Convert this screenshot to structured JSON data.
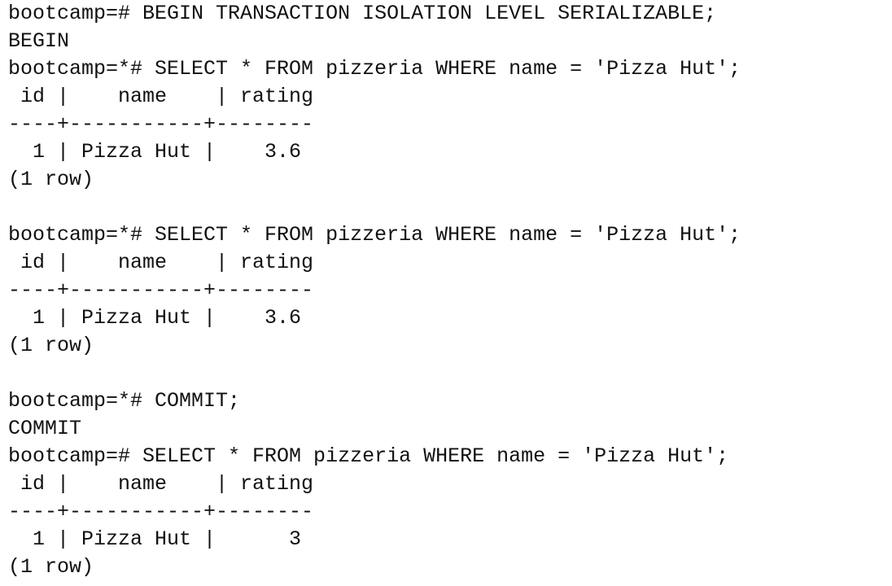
{
  "terminal": {
    "lines": [
      "bootcamp=# BEGIN TRANSACTION ISOLATION LEVEL SERIALIZABLE;",
      "BEGIN",
      "bootcamp=*# SELECT * FROM pizzeria WHERE name = 'Pizza Hut';",
      " id |    name    | rating",
      "----+-----------+--------",
      "  1 | Pizza Hut |    3.6",
      "(1 row)",
      "",
      "bootcamp=*# SELECT * FROM pizzeria WHERE name = 'Pizza Hut';",
      " id |    name    | rating",
      "----+-----------+--------",
      "  1 | Pizza Hut |    3.6",
      "(1 row)",
      "",
      "bootcamp=*# COMMIT;",
      "COMMIT",
      "bootcamp=# SELECT * FROM pizzeria WHERE name = 'Pizza Hut';",
      " id |    name    | rating",
      "----+-----------+--------",
      "  1 | Pizza Hut |      3",
      "(1 row)"
    ]
  }
}
